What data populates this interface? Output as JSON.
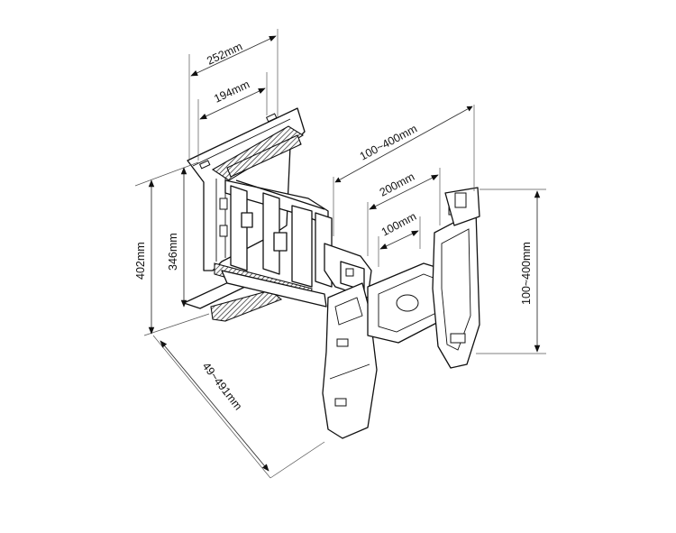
{
  "dimensions": {
    "wall_plate_width": "252mm",
    "wall_plate_hole_spacing": "194mm",
    "overall_height": "402mm",
    "plate_height": "346mm",
    "extension": "49~491mm",
    "vesa_horizontal_max": "100~400mm",
    "vesa_horizontal_mid": "200mm",
    "vesa_horizontal_min": "100mm",
    "vesa_vertical": "100~400mm"
  },
  "colors": {
    "line": "#111111",
    "background": "#ffffff"
  }
}
